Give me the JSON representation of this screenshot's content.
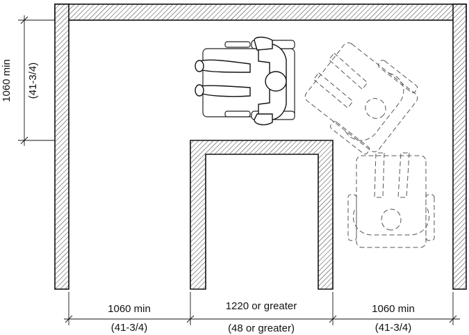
{
  "dimensions": {
    "left_width": {
      "metric": "1060 min",
      "imperial": "(41-3/4)"
    },
    "center_width": {
      "metric": "1220 or greater",
      "imperial": "(48 or greater)"
    },
    "right_width": {
      "metric": "1060 min",
      "imperial": "(41-3/4)"
    },
    "vertical_depth": {
      "metric": "1060 min",
      "imperial": "(41-3/4)"
    }
  },
  "colors": {
    "line": "#111111",
    "ghost": "#555555",
    "background": "#ffffff"
  }
}
